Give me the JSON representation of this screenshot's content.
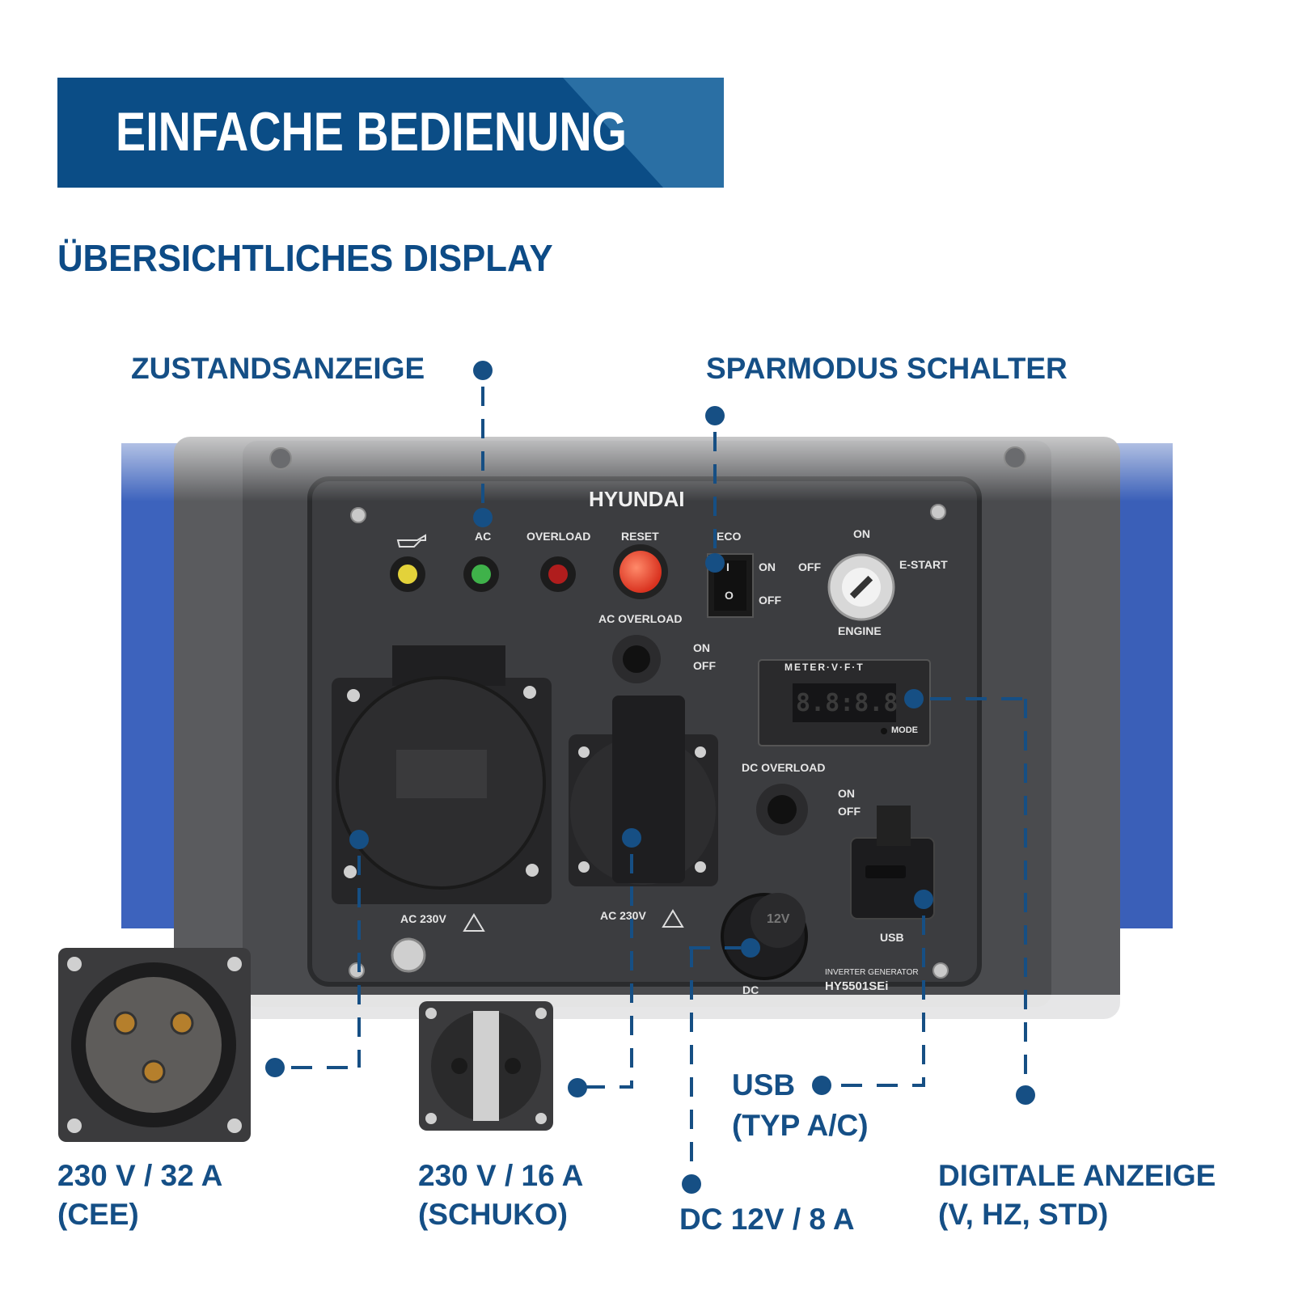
{
  "banner": {
    "title": "EINFACHE BEDIENUNG"
  },
  "subtitle": "ÜBERSICHTLICHES DISPLAY",
  "callouts": {
    "status": "ZUSTANDSANZEIGE",
    "eco_switch": "SPARMODUS SCHALTER",
    "cee_line1": "230 V / 32 A",
    "cee_line2": "(CEE)",
    "schuko_line1": "230 V / 16 A",
    "schuko_line2": "(SCHUKO)",
    "usb_line1": "USB",
    "usb_line2": "(TYP A/C)",
    "dc": "DC 12V / 8 A",
    "display_line1": "DIGITALE ANZEIGE",
    "display_line2": "(V, HZ, STD)"
  },
  "panel": {
    "brand": "HYUNDAI",
    "ac": "AC",
    "overload": "OVERLOAD",
    "reset": "RESET",
    "eco": "ECO",
    "eco_on": "ON",
    "eco_off": "OFF",
    "switch_on_symbol": "I",
    "switch_off_symbol": "O",
    "key_on": "ON",
    "key_off": "OFF",
    "key_estart": "E-START",
    "key_engine": "ENGINE",
    "ac_overload": "AC OVERLOAD",
    "breaker_on": "ON",
    "breaker_off": "OFF",
    "meter_title": "METER·V·F·T",
    "meter_digits": "8.8:8.8",
    "meter_mode": "MODE",
    "dc_overload": "DC OVERLOAD",
    "dc_breaker_on": "ON",
    "dc_breaker_off": "OFF",
    "socket1_label": "AC  230V",
    "socket2_label": "AC  230V",
    "dc_label": "DC",
    "dc_cap": "12V",
    "usb_label": "USB",
    "model_line1": "INVERTER GENERATOR",
    "model_line2": "HY5501SEi"
  },
  "colors": {
    "accent": "#0b4d86",
    "callout": "#154f86",
    "generator_blue": "#3a5fb8",
    "panel": "#3c3d40"
  }
}
